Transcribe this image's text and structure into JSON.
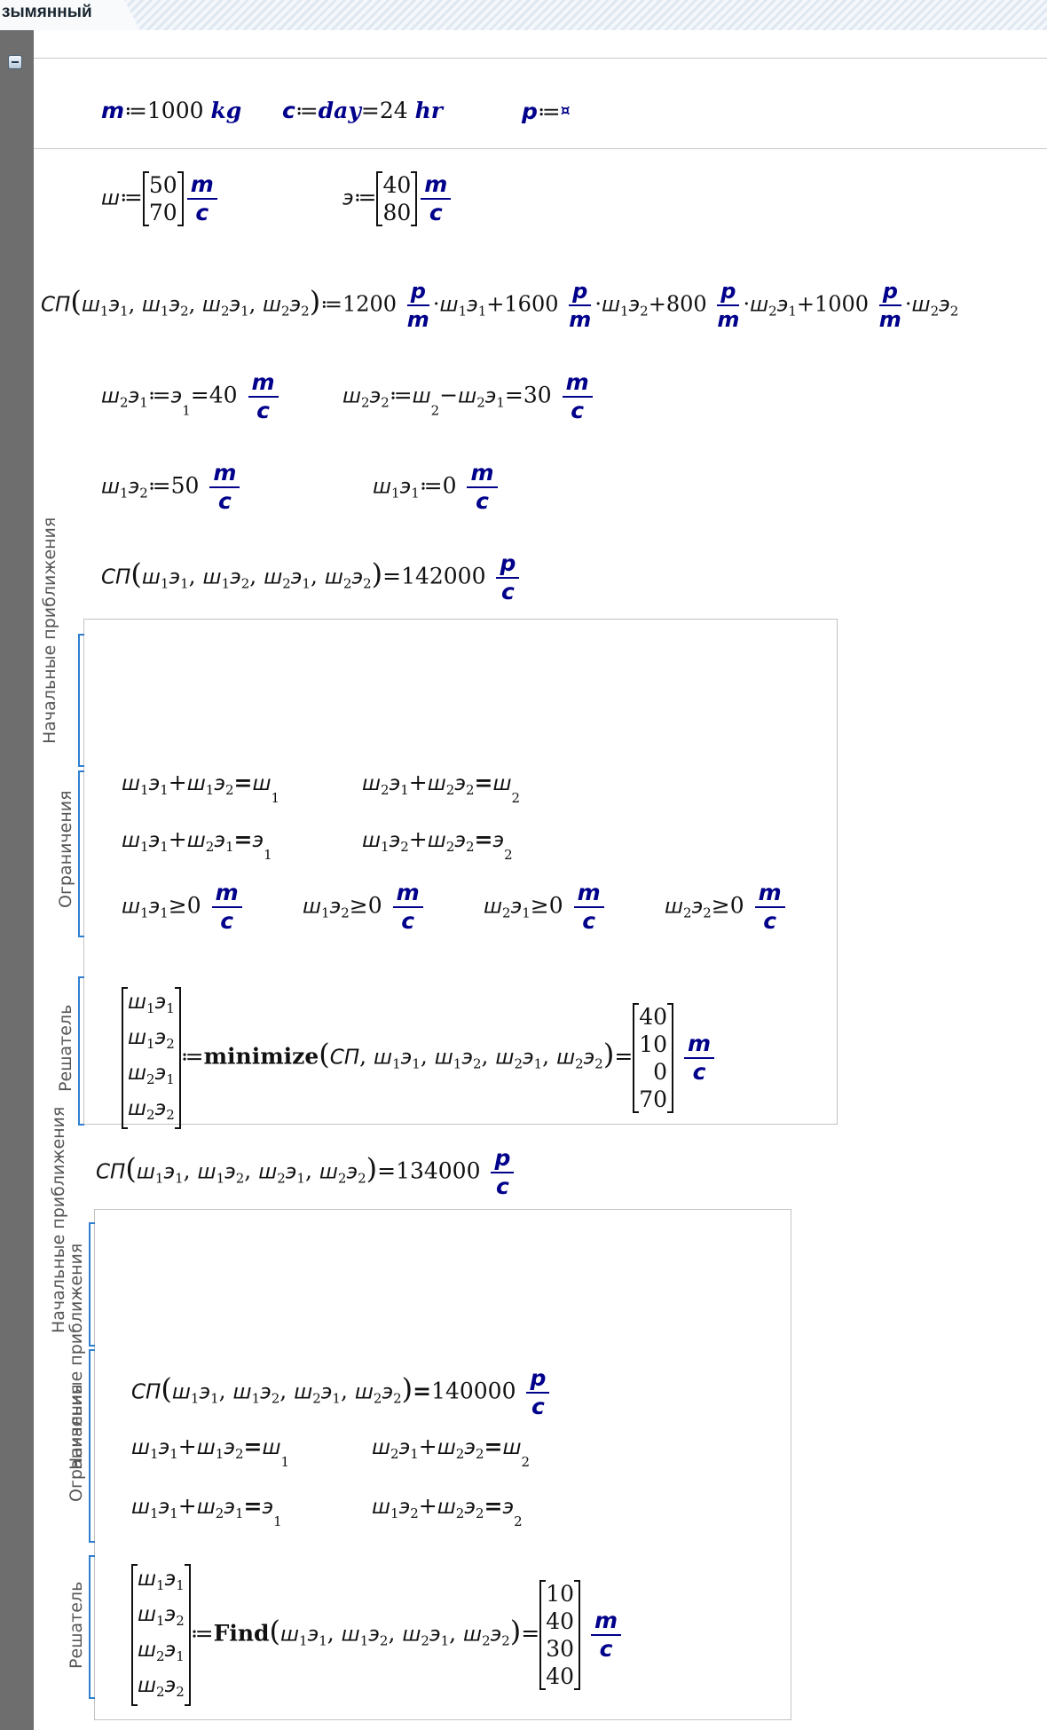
{
  "tab": {
    "title": "зымянный"
  },
  "sections": {
    "guess": "Начальные приближения",
    "constraints": "Ограничения",
    "solver": "Решатель"
  },
  "defs": {
    "m_name": "m",
    "m_value": "1000",
    "m_unit": "kg",
    "c_name": "c",
    "day": "day",
    "day_value": "24",
    "day_unit": "hr",
    "p_name": "p",
    "p_placeholder": "¤"
  },
  "vectors": {
    "w_name": "ш",
    "w_values": [
      "50",
      "70"
    ],
    "e_name": "э",
    "e_values": [
      "40",
      "80"
    ],
    "unit_num": "m",
    "unit_den": "c"
  },
  "function": {
    "name": "СП",
    "coef1": "1200",
    "coef2": "1600",
    "coef3": "800",
    "coef4": "1000",
    "unit_num": "p",
    "unit_den": "m"
  },
  "assign": {
    "w2e1_value": "40",
    "w2e2_value": "30",
    "w1e2_value": "50",
    "w1e1_value": "0",
    "unit_num": "m",
    "unit_den": "c"
  },
  "eval1": {
    "value": "142000",
    "unit_num": "p",
    "unit_den": "c"
  },
  "block1": {
    "zero": "0",
    "unit_num": "m",
    "unit_den": "c",
    "func": "minimize",
    "result": [
      "40",
      "10",
      "0",
      "70"
    ]
  },
  "eval2": {
    "value": "134000",
    "unit_num": "p",
    "unit_den": "c"
  },
  "block2": {
    "target_value": "140000",
    "unit_num": "p",
    "unit_den": "c",
    "func": "Find",
    "result": [
      "10",
      "40",
      "30",
      "40"
    ],
    "res_unit_num": "m",
    "res_unit_den": "c"
  }
}
